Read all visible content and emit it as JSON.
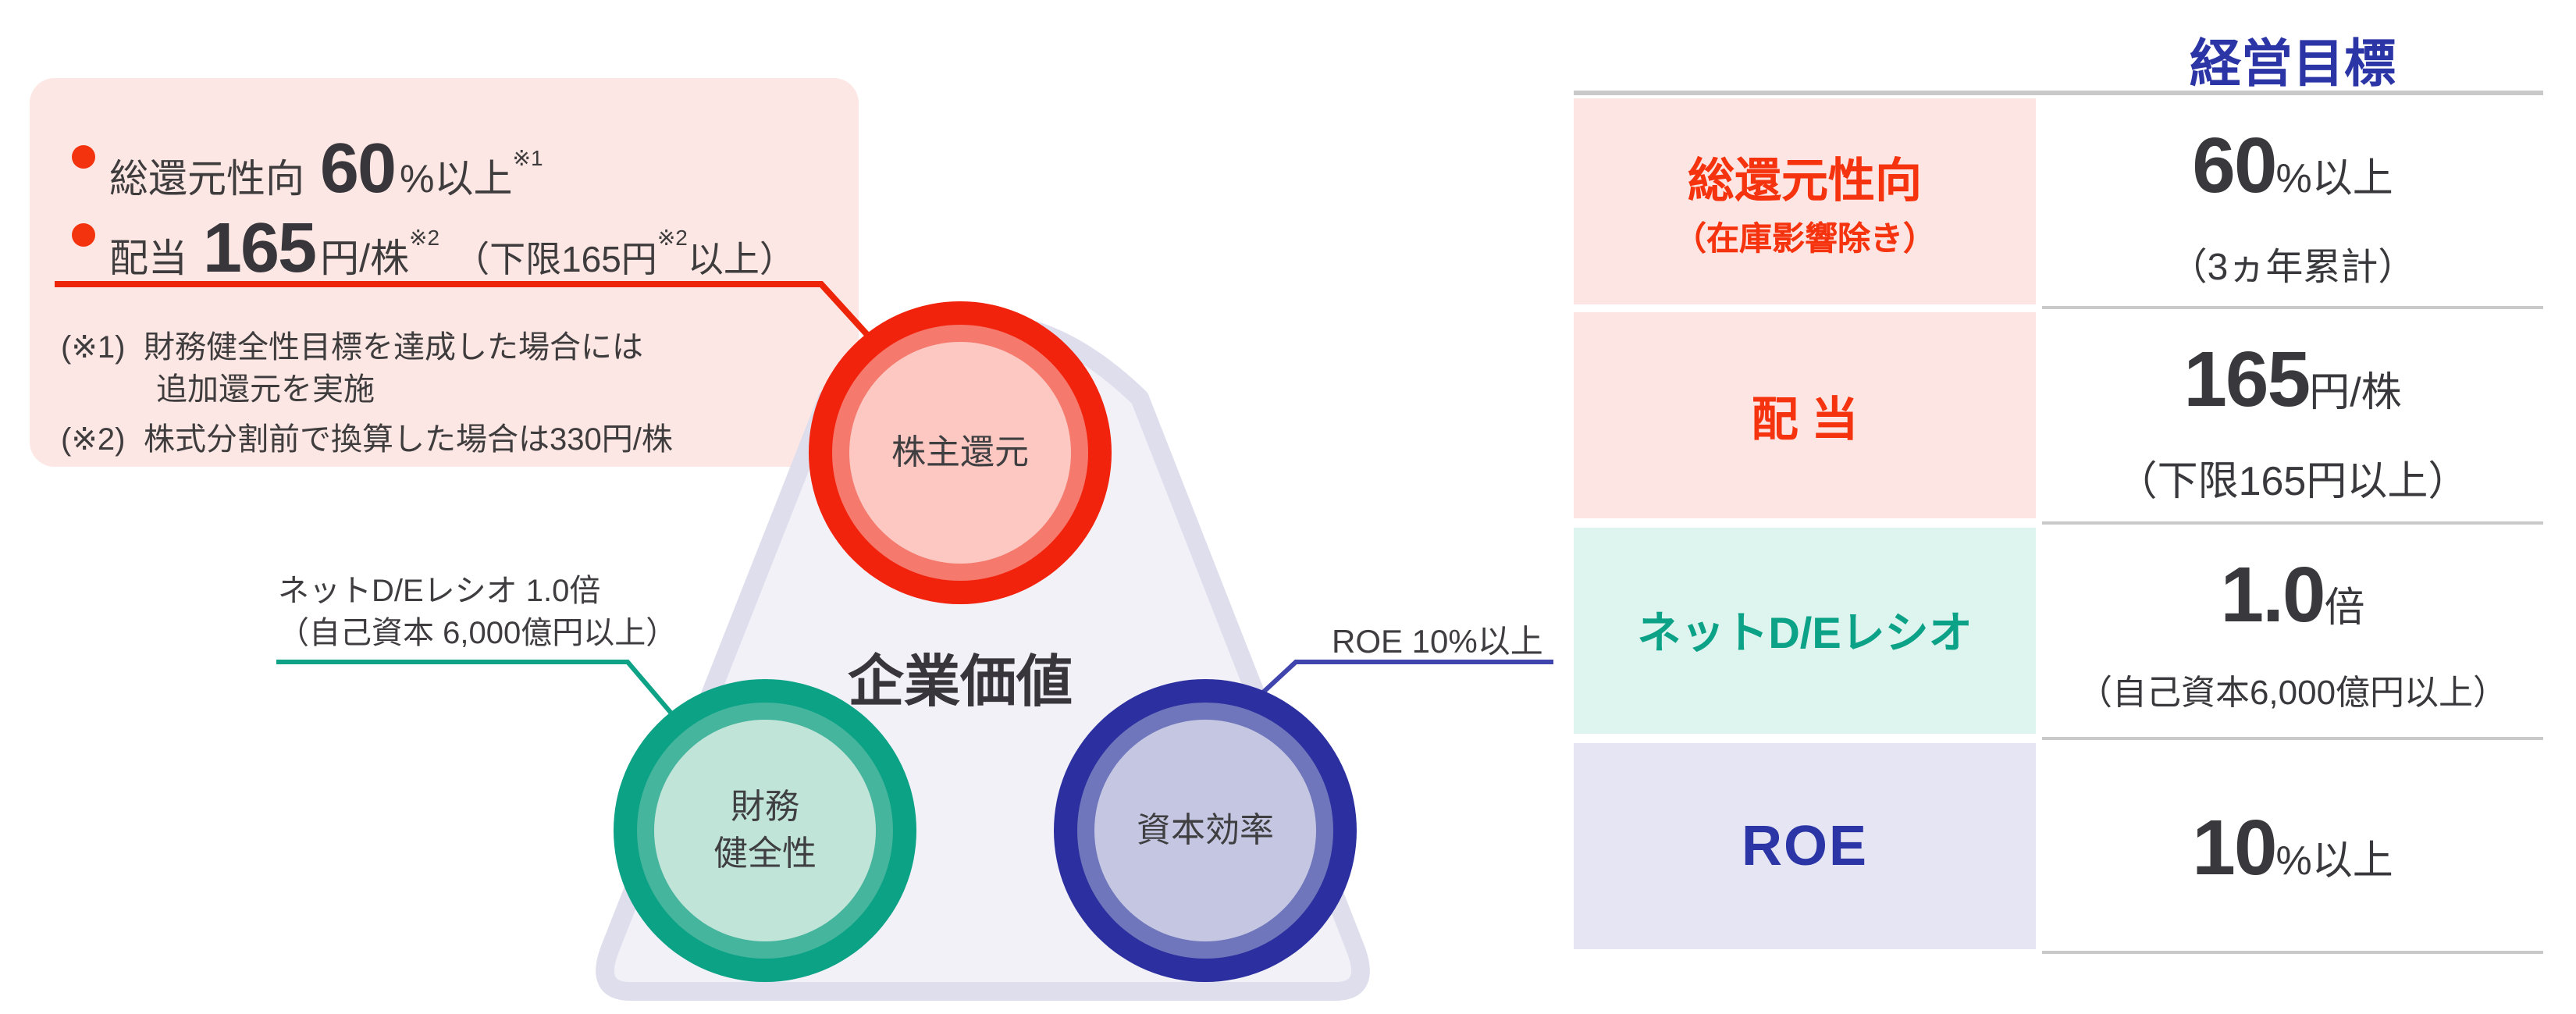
{
  "colors": {
    "accent_red": "#f2330e",
    "accent_green": "#0ba287",
    "accent_blue": "#2b35a6",
    "callout_pink_bg": "#fce7e4",
    "row_pink_bg": "#fce5e2",
    "row_mint_bg": "#def4ee",
    "row_lavender_bg": "#e6e5f3",
    "circle_red_rings": [
      "#f2230d",
      "#f5796c",
      "#fcc8c1"
    ],
    "circle_green_rings": [
      "#0ba285",
      "#45b59d",
      "#c1e4d8"
    ],
    "circle_blue_rings": [
      "#2c2f9f",
      "#6f76bb",
      "#c5c7e2"
    ],
    "triangle_fill": "#f2f1f8",
    "triangle_edge": "#dedeed",
    "divider_grey": "#c9c9c9",
    "dark_text": "#39393d",
    "roe_line_blue": "#4044ad"
  },
  "callout": {
    "bullet1": {
      "label": "総還元性向 ",
      "big": "60",
      "unit": "%以上",
      "note": "※1"
    },
    "bullet2": {
      "label": "配当 ",
      "big": "165",
      "unit": "円/株",
      "note": "※2",
      "paren_open": "（下限165円",
      "paren_note": "※2",
      "paren_close": "以上）"
    },
    "footnote1": {
      "label": "(※1)",
      "line1": "財務健全性目標を達成した場合には",
      "line2": "追加還元を実施"
    },
    "footnote2": {
      "label": "(※2)",
      "text": "株式分割前で換算した場合は330円/株"
    }
  },
  "diagram": {
    "center_label": "企業価値",
    "top_circle_label": "株主還元",
    "left_circle_label_line1": "財務",
    "left_circle_label_line2": "健全性",
    "right_circle_label": "資本効率",
    "net_de_annotation_line1": "ネットD/Eレシオ 1.0倍",
    "net_de_annotation_line2": "（自己資本 6,000億円以上）",
    "roe_annotation": "ROE 10%以上"
  },
  "table": {
    "header": "経営目標",
    "rows": [
      {
        "label": "総還元性向",
        "label_sub": "（在庫影響除き）",
        "value_big": "60",
        "value_unit": "%以上",
        "value_sub": "（3ヵ年累計）"
      },
      {
        "label": "配 当",
        "label_sub": "",
        "value_big": "165",
        "value_unit": "円/株",
        "value_sub": "（下限165円以上）"
      },
      {
        "label": "ネットD/Eレシオ",
        "label_sub": "",
        "value_big": "1.0",
        "value_unit": "倍",
        "value_sub": "（自己資本6,000億円以上）"
      },
      {
        "label": "ROE",
        "label_sub": "",
        "value_big": "10",
        "value_unit": "%以上",
        "value_sub": ""
      }
    ]
  }
}
